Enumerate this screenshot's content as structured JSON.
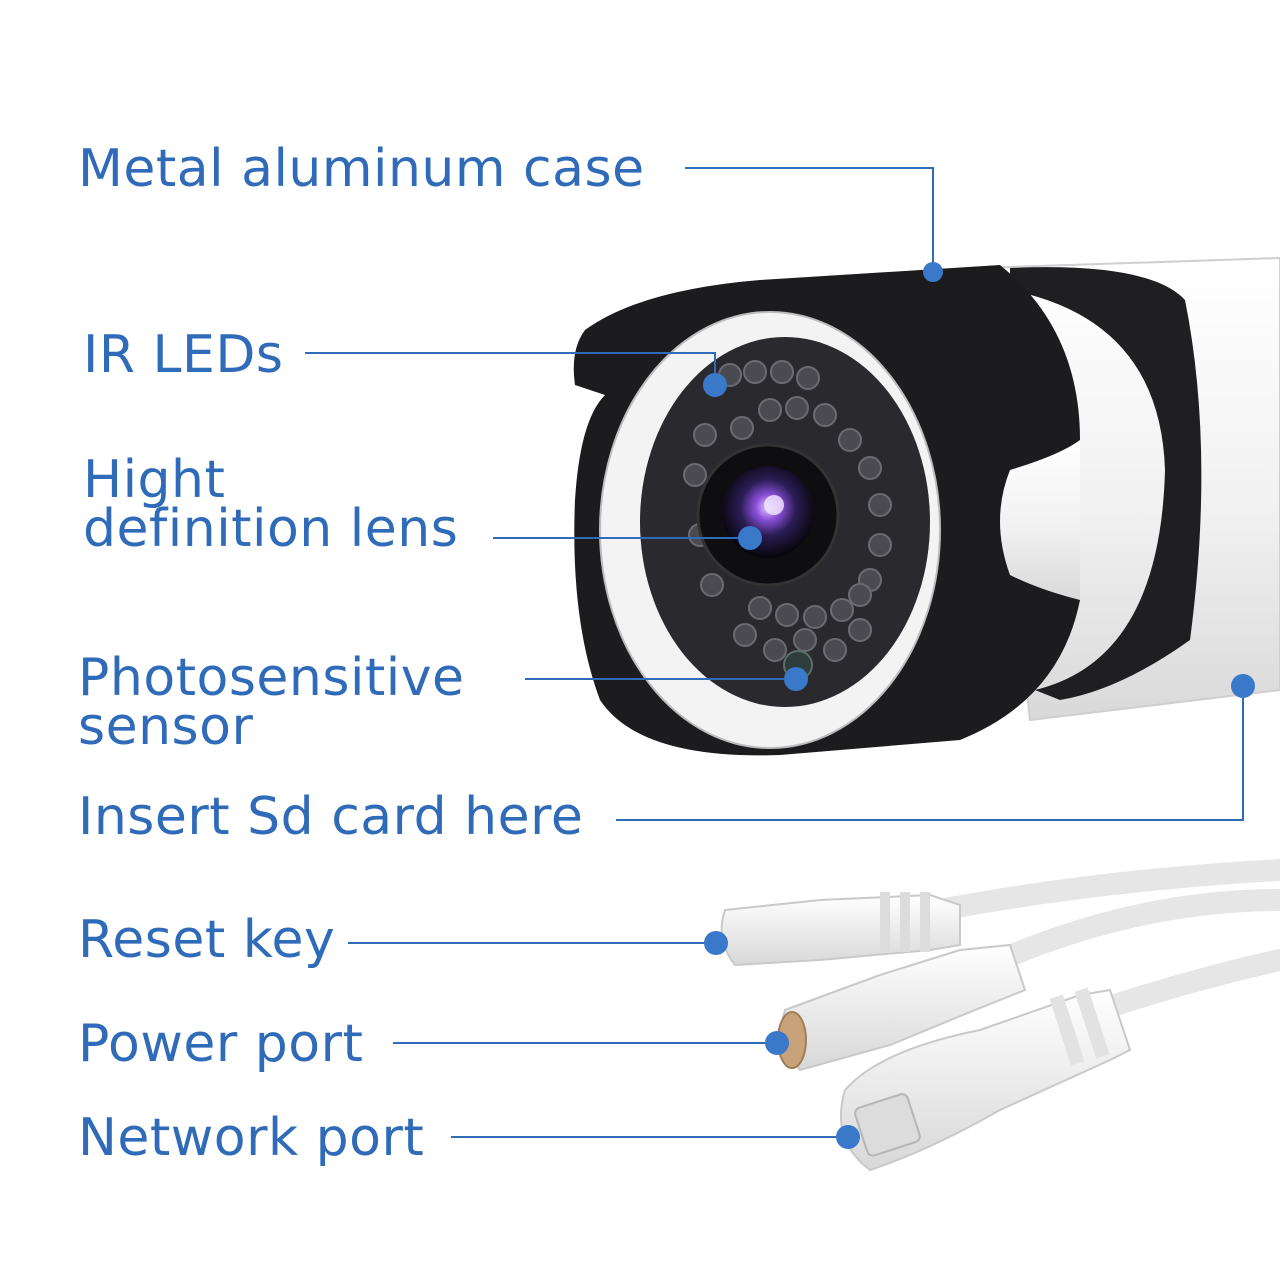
{
  "labels": {
    "case": "Metal aluminum case",
    "ir_leds": "IR LEDs",
    "lens_line1": "Hight",
    "lens_line2": "definition lens",
    "sensor_line1": "Photosensitive",
    "sensor_line2": "sensor",
    "sd_card": "Insert Sd card here",
    "reset": "Reset key",
    "power": "Power port",
    "network": "Network port"
  },
  "colors": {
    "accent": "#2f6bb8",
    "dot": "#3a78c9",
    "camera_black": "#1c1c1e",
    "camera_white": "#f2f2f2"
  }
}
